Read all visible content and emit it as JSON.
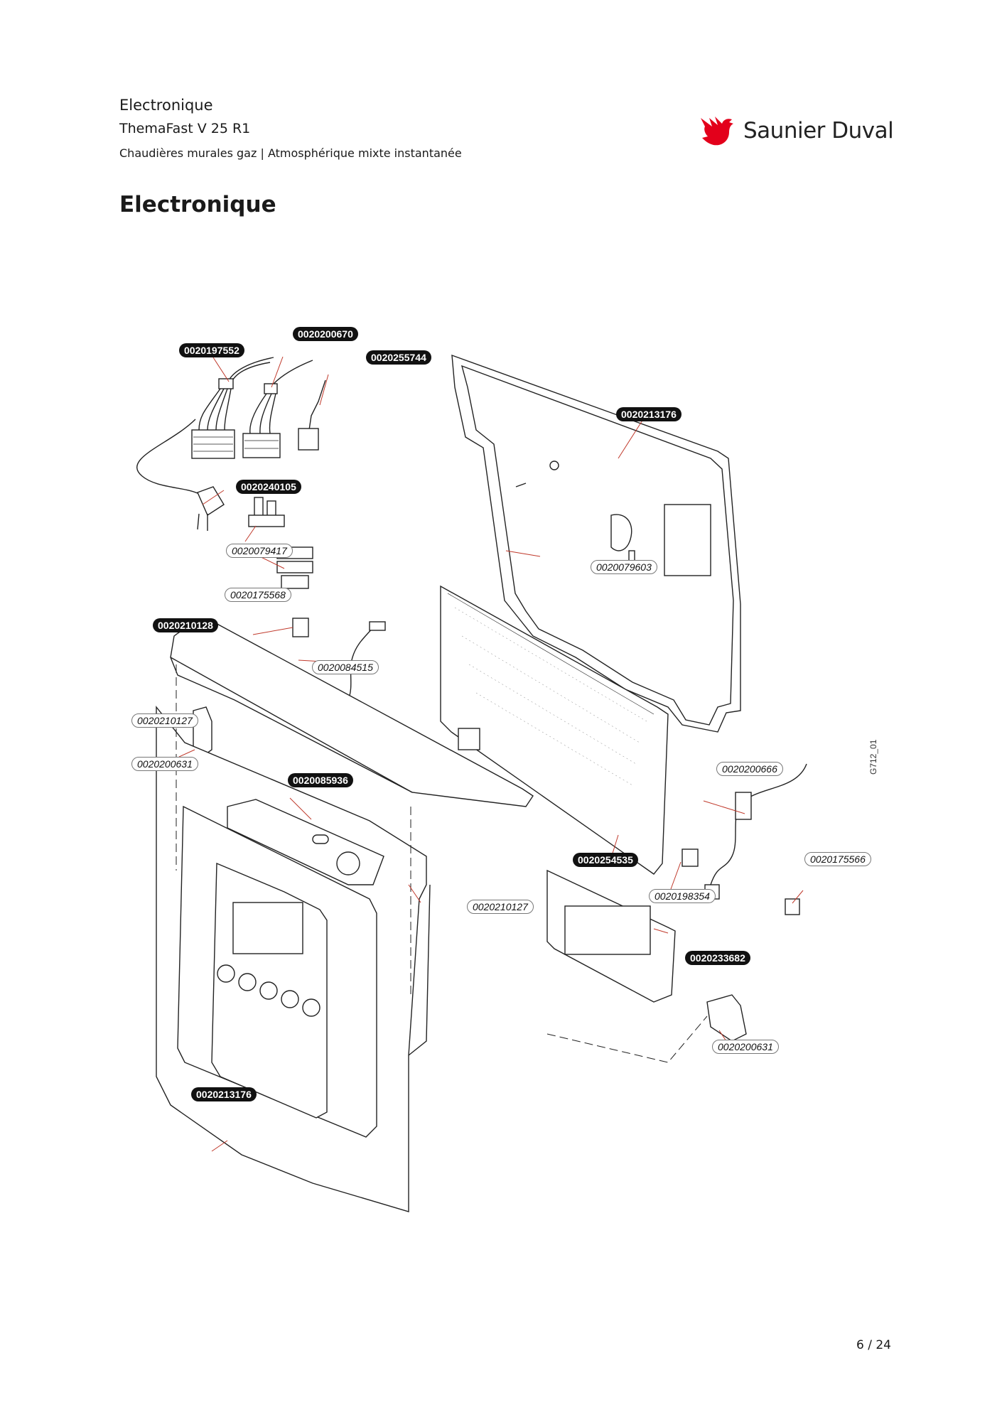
{
  "header": {
    "section": "Electronique",
    "product": "ThemaFast V 25 R1",
    "category": "Chaudières murales gaz | Atmosphérique mixte instantanée"
  },
  "brand": {
    "name": "Saunier Duval",
    "icon": "bird-logo-icon",
    "color": "#e3001b"
  },
  "page_title": "Electronique",
  "diagram": {
    "figure_code": "G712_01",
    "labels": {
      "l01": "0020197552",
      "l02": "0020200670",
      "l03": "0020255744",
      "l04": "0020213176",
      "l05": "0020240105",
      "l06": "0020079417",
      "l07": "0020079603",
      "l08": "0020175568",
      "l09": "0020210128",
      "l10": "0020084515",
      "l11": "0020210127",
      "l12": "0020200631",
      "l13": "0020085936",
      "l14": "0020200666",
      "l15": "0020254535",
      "l16": "0020175566",
      "l17": "0020198354",
      "l18": "0020210127",
      "l19": "0020233682",
      "l20": "0020200631",
      "l21": "0020213176"
    }
  },
  "footer": {
    "page": "6 / 24"
  }
}
